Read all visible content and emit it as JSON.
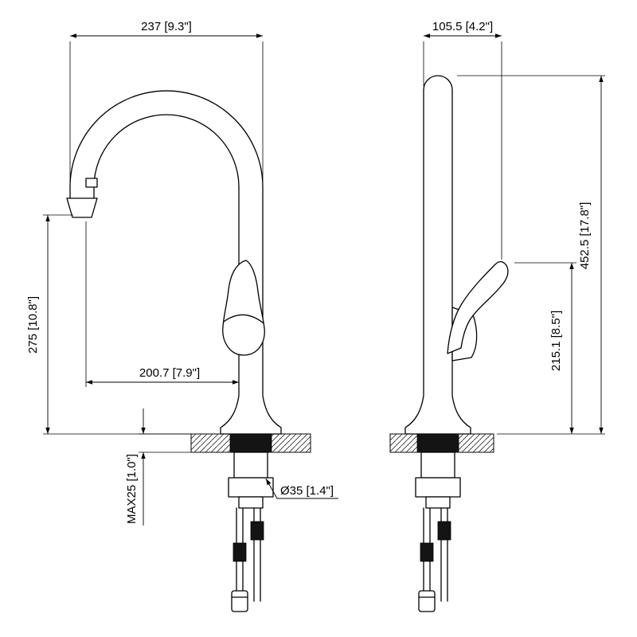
{
  "drawing": {
    "type": "faucet-installation-dimension-drawing",
    "front_view": {
      "spout_width": "237 [9.3\"]",
      "spout_height": "275 [10.8\"]",
      "spout_reach": "200.7 [7.9\"]",
      "deck_thickness": "MAX25 [1.0\"]",
      "hole_diameter": "Ø35 [1.4\"]"
    },
    "side_view": {
      "body_depth": "105.5 [4.2\"]",
      "total_height": "452.5 [17.8\"]",
      "handle_height": "215.1 [8.5\"]"
    }
  }
}
